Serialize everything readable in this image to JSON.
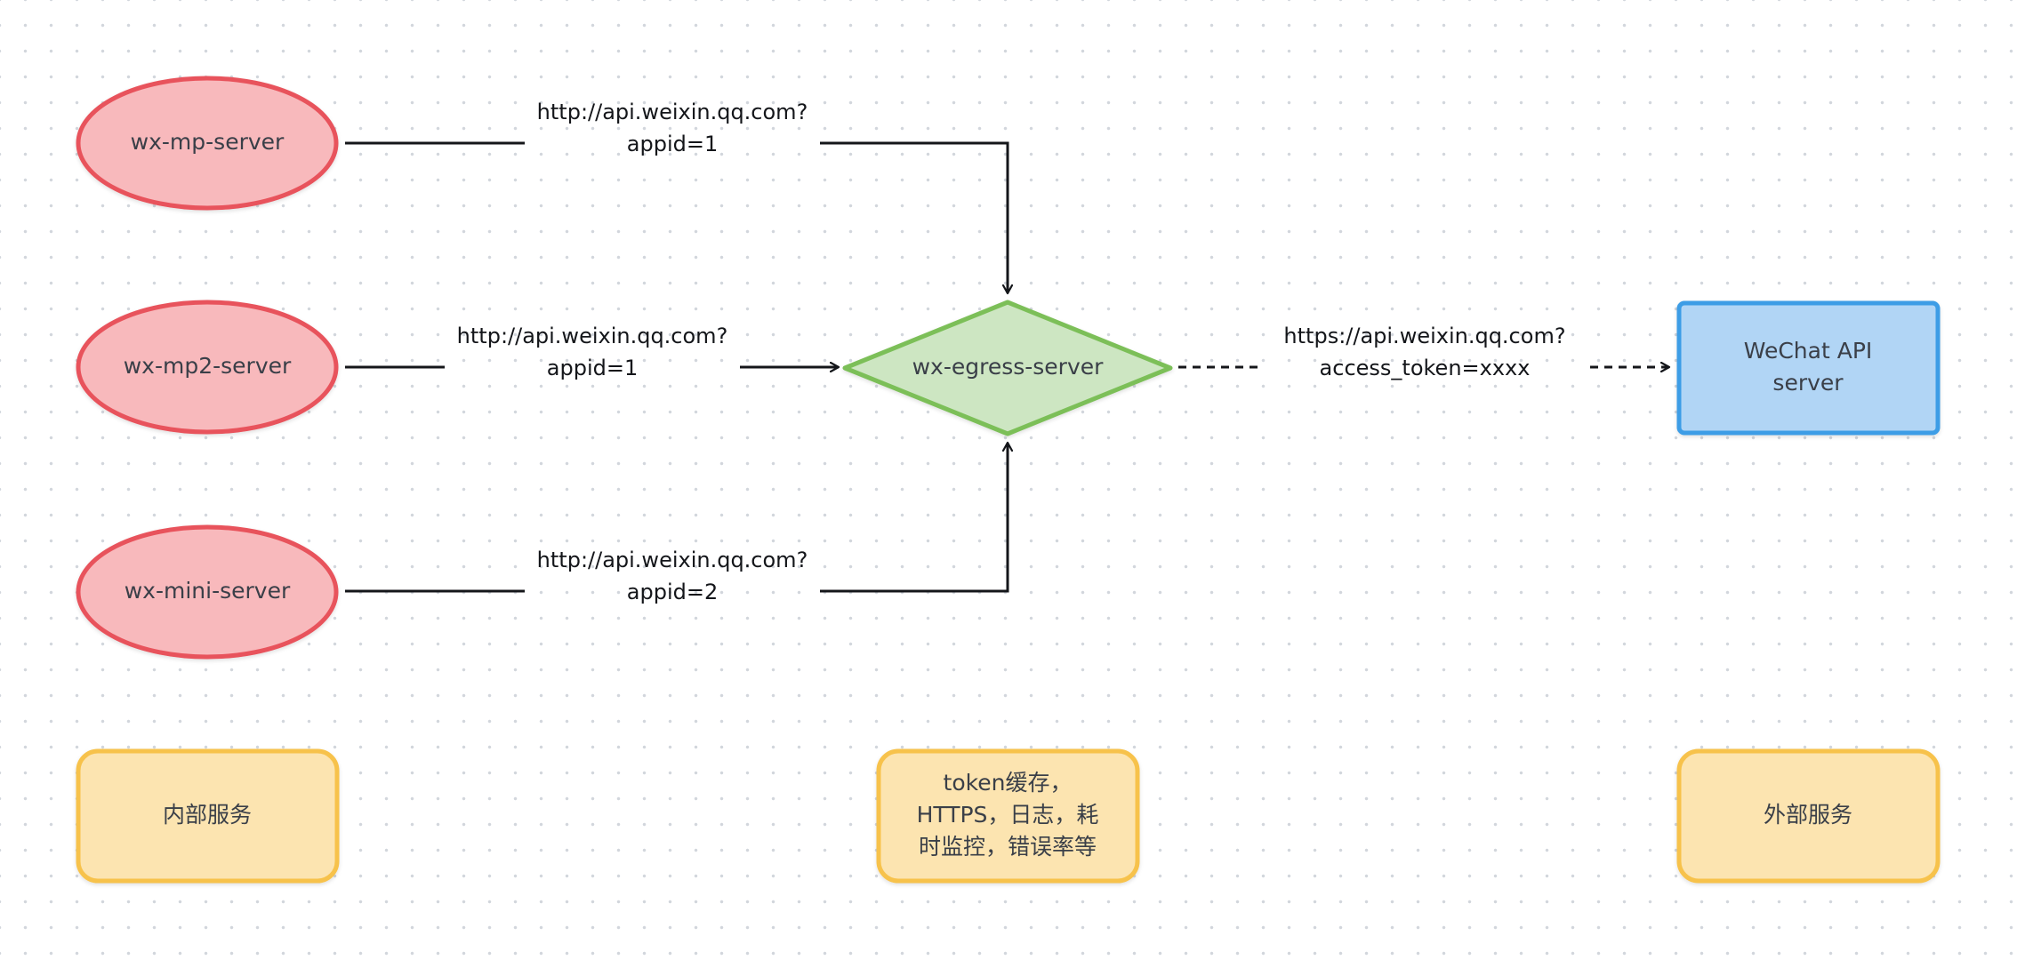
{
  "nodes": {
    "wx_mp_server": {
      "label": [
        "wx-mp-server"
      ]
    },
    "wx_mp2_server": {
      "label": [
        "wx-mp2-server"
      ]
    },
    "wx_mini_server": {
      "label": [
        "wx-mini-server"
      ]
    },
    "wx_egress_server": {
      "label": [
        "wx-egress-server"
      ]
    },
    "wechat_api_server": {
      "label": [
        "WeChat API",
        "server"
      ]
    },
    "internal_note": {
      "label": [
        "内部服务"
      ]
    },
    "egress_note": {
      "label": [
        "token缓存，",
        "HTTPS，日志，耗",
        "时监控，错误率等"
      ]
    },
    "external_note": {
      "label": [
        "外部服务"
      ]
    }
  },
  "edges": {
    "mp_to_egress": {
      "label": [
        "http://api.weixin.qq.com?",
        "appid=1"
      ]
    },
    "mp2_to_egress": {
      "label": [
        "http://api.weixin.qq.com?",
        "appid=1"
      ]
    },
    "mini_to_egress": {
      "label": [
        "http://api.weixin.qq.com?",
        "appid=2"
      ]
    },
    "egress_to_wechat": {
      "label": [
        "https://api.weixin.qq.com?",
        "access_token=xxxx"
      ]
    }
  },
  "colors": {
    "ellipse_fill": "#f8b9bc",
    "ellipse_stroke": "#e8535b",
    "diamond_fill": "#cde6c2",
    "diamond_stroke": "#7cbf58",
    "box_fill": "#b1d5f5",
    "box_stroke": "#3d9de6",
    "note_fill": "#fce4b0",
    "note_stroke": "#f7c24c",
    "edge": "#14161a"
  }
}
